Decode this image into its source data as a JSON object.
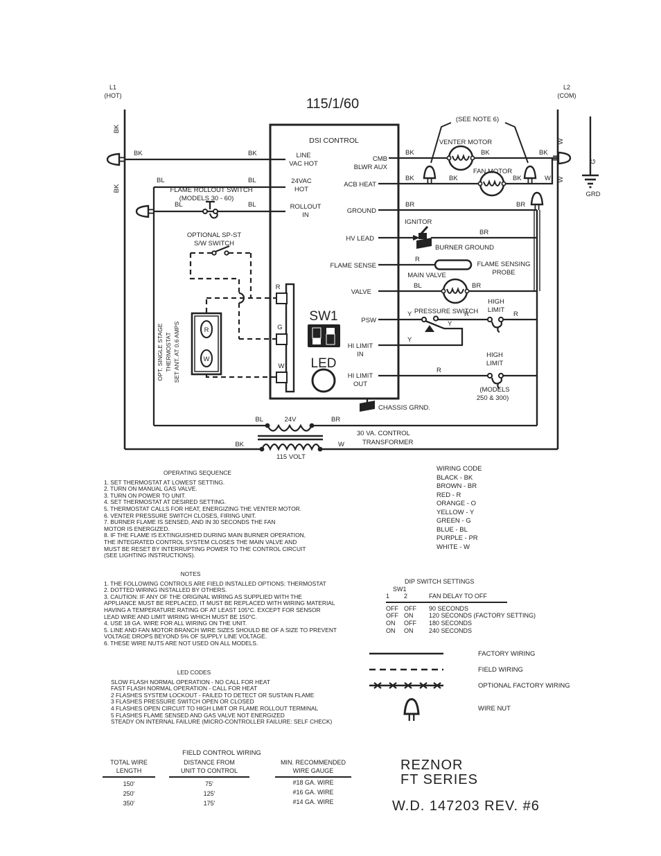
{
  "header": {
    "l1": [
      "L1",
      "(HOT)"
    ],
    "l2": [
      "L2",
      "(COM)"
    ],
    "power": "115/1/60"
  },
  "bus_labels": {
    "l1_bk": [
      "BK",
      "BK"
    ],
    "l2_w": [
      "W",
      "W"
    ],
    "g": "G",
    "grd": "GRD"
  },
  "control": {
    "name": "DSI CONTROL",
    "sw1": "SW1",
    "led": "LED",
    "left": [
      {
        "l1": "LINE",
        "l2": "VAC HOT"
      },
      {
        "l1": "24VAC",
        "l2": "HOT"
      },
      {
        "l1": "ROLLOUT",
        "l2": "IN"
      }
    ],
    "right": [
      {
        "l1": "CMB",
        "l2": "BLWR AUX"
      },
      {
        "l1": "ACB HEAT"
      },
      {
        "l1": "GROUND"
      },
      {
        "l1": "HV LEAD"
      },
      {
        "l1": "FLAME SENSE"
      },
      {
        "l1": "VALVE"
      },
      {
        "l1": "PSW"
      },
      {
        "l1": "HI LIMIT",
        "l2": "IN"
      },
      {
        "l1": "HI LIMIT",
        "l2": "OUT"
      }
    ],
    "terms": [
      "R",
      "G",
      "W"
    ]
  },
  "wires": {
    "line_vac": [
      "BK",
      "BK"
    ],
    "v24": [
      "BL",
      "BL"
    ],
    "rollout": [
      "BL",
      "BL"
    ],
    "venter": [
      "BK",
      "BK",
      "BK"
    ],
    "fan": [
      "BK",
      "BK",
      "BK",
      "W"
    ],
    "ground": [
      "BR",
      "BR"
    ],
    "burner": "BR",
    "sense": "R",
    "valve": [
      "BL",
      "BR"
    ],
    "psw": [
      "Y",
      "R",
      "R"
    ],
    "psw_y": "Y",
    "hi_in": "Y",
    "hi_out": "R",
    "xfmr": {
      "bl": "BL",
      "v24": "24V",
      "br": "BR",
      "bk": "BK",
      "v115": "115 VOLT",
      "w": "W"
    }
  },
  "parts": {
    "see_note": "(SEE NOTE 6)",
    "venter": "VENTER MOTOR",
    "fan": "FAN MOTOR",
    "ignitor": "IGNITOR",
    "burner_gnd": "BURNER GROUND",
    "probe": [
      "FLAME SENSING",
      "PROBE"
    ],
    "main_valve": "MAIN VALVE",
    "pressure": "PRESSURE SWITCH",
    "hl1": [
      "HIGH",
      "LIMIT"
    ],
    "hl2": [
      "HIGH",
      "LIMIT"
    ],
    "hl2_models": [
      "(MODELS",
      "250 & 300)"
    ],
    "chassis": "CHASSIS GRND.",
    "xfmr": [
      "30 VA. CONTROL",
      "TRANSFORMER"
    ],
    "rollout_sw": [
      "FLAME ROLLOUT SWITCH",
      "(MODELS 30 - 60)"
    ],
    "spst": [
      "OPTIONAL SP-ST",
      "S/W SWITCH"
    ],
    "tstat": [
      "OPT. SINGLE STAGE",
      "THERMOSTAT",
      "SET ANT. AT 0.6 AMPS"
    ],
    "tstat_r": "R",
    "tstat_w": "W"
  },
  "operating_sequence": {
    "title": "OPERATING SEQUENCE",
    "lines": [
      "1.  SET THERMOSTAT AT LOWEST SETTING.",
      "2.  TURN ON MANUAL GAS VALVE.",
      "3.  TURN ON POWER TO UNIT.",
      "4.  SET THERMOSTAT AT DESIRED SETTING.",
      "5.  THERMOSTAT CALLS FOR HEAT, ENERGIZING THE VENTER MOTOR.",
      "6.  VENTER PRESSURE SWITCH CLOSES, FIRING UNIT.",
      "7.  BURNER FLAME IS SENSED, AND IN 30 SECONDS THE FAN",
      "MOTOR IS ENERGIZED.",
      "8.  IF THE FLAME IS EXTINGUISHED DURING MAIN BURNER OPERATION,",
      "THE INTEGRATED CONTROL SYSTEM CLOSES THE MAIN VALVE AND",
      "MUST BE RESET BY INTERRUPTING POWER TO THE CONTROL CIRCUIT",
      "(SEE LIGHTING INSTRUCTIONS)."
    ]
  },
  "notes": {
    "title": "NOTES",
    "lines": [
      "1.  THE FOLLOWING CONTROLS ARE FIELD INSTALLED OPTIONS: THERMOSTAT",
      "2.  DOTTED WIRING INSTALLED BY OTHERS.",
      "3.  CAUTION:  IF ANY OF THE ORIGINAL WIRING AS SUPPLIED WITH THE",
      "APPLIANCE MUST BE REPLACED, IT MUST BE REPLACED WITH WIRING MATERIAL",
      "HAVING A TEMPERATURE RATING OF AT LEAST 105°C. EXCEPT FOR SENSOR",
      "LEAD WIRE AND LIMIT WIRING WHICH MUST BE 150°C.",
      "4.  USE 18 GA. WIRE FOR ALL WIRING ON THE UNIT.",
      "5.  LINE AND FAN MOTOR BRANCH WIRE SIZES SHOULD BE OF A SIZE TO PREVENT",
      "VOLTAGE DROPS BEYOND 5% OF SUPPLY LINE VOLTAGE.",
      "6.  THESE WIRE NUTS ARE NOT USED ON ALL MODELS."
    ]
  },
  "led_codes": {
    "title": "LED CODES",
    "lines": [
      "SLOW FLASH NORMAL OPERATION - NO CALL FOR HEAT",
      "FAST FLASH NORMAL OPERATION - CALL FOR HEAT",
      "2 FLASHES SYSTEM LOCKOUT - FAILED TO DETECT OR SUSTAIN FLAME",
      "3 FLASHES PRESSURE SWITCH OPEN OR CLOSED",
      "4 FLASHES OPEN CIRCUIT TO HIGH LIMIT OR FLAME ROLLOUT TERMINAL",
      "5 FLASHES FLAME SENSED AND GAS VALVE NOT ENERGIZED",
      "STEADY ON INTERNAL FAILURE (MICRO-CONTROLLER FAILURE: SELF CHECK)"
    ]
  },
  "wiring_code": {
    "title": "WIRING CODE",
    "lines": [
      "BLACK - BK",
      "BROWN - BR",
      "RED - R",
      "ORANGE - O",
      "YELLOW - Y",
      "GREEN - G",
      "BLUE - BL",
      "PURPLE - PR",
      "WHITE - W"
    ]
  },
  "dip": {
    "title": "DIP SWITCH SETTINGS",
    "sw": "SW1",
    "c1": "1",
    "c2": "2",
    "c3": "FAN DELAY TO OFF",
    "rows": [
      [
        "OFF",
        "OFF",
        "90 SECONDS"
      ],
      [
        "OFF",
        "ON",
        "120 SECONDS (FACTORY SETTING)"
      ],
      [
        "ON",
        "OFF",
        "180 SECONDS"
      ],
      [
        "ON",
        "ON",
        "240 SECONDS"
      ]
    ]
  },
  "legend": {
    "factory": "FACTORY WIRING",
    "field": "FIELD WIRING",
    "optional": "OPTIONAL FACTORY WIRING",
    "nut": "WIRE NUT"
  },
  "table": {
    "title": "FIELD CONTROL WIRING",
    "h": [
      [
        "TOTAL WIRE",
        "LENGTH"
      ],
      [
        "DISTANCE FROM",
        "UNIT TO CONTROL"
      ],
      [
        "MIN. RECOMMENDED",
        "WIRE GAUGE"
      ]
    ],
    "col1": [
      "150'",
      "250'",
      "350'"
    ],
    "col2": [
      "75'",
      "125'",
      "175'"
    ],
    "col3": [
      "#18 GA. WIRE",
      "#16 GA. WIRE",
      "#14 GA. WIRE"
    ]
  },
  "footer": {
    "brand": "REZNOR",
    "series": "FT SERIES",
    "doc": "W.D. 147203  REV. #6"
  }
}
